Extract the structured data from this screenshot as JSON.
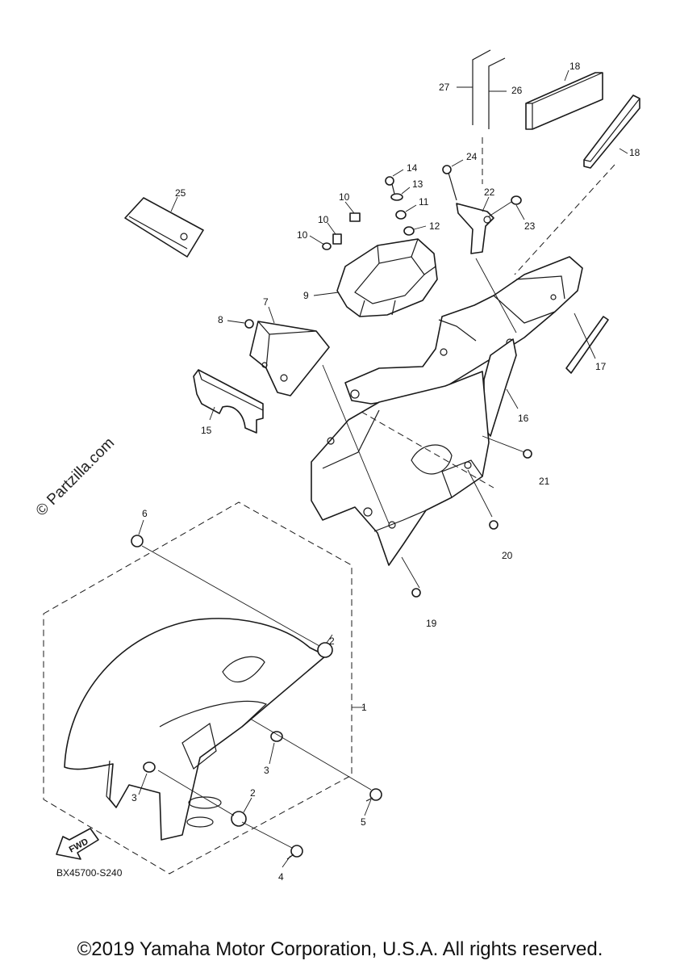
{
  "watermark": "© Partzilla.com",
  "diagram_code": "BX45700-S240",
  "fwd_label": "FWD",
  "copyright": "©2019 Yamaha Motor Corporation, U.S.A. All rights reserved.",
  "callouts": {
    "c1": "1",
    "c2a": "2",
    "c2b": "2",
    "c3a": "3",
    "c3b": "3",
    "c4": "4",
    "c5": "5",
    "c6": "6",
    "c7": "7",
    "c8": "8",
    "c9": "9",
    "c10a": "10",
    "c10b": "10",
    "c10c": "10",
    "c11": "11",
    "c12": "12",
    "c13": "13",
    "c14": "14",
    "c15": "15",
    "c16": "16",
    "c17": "17",
    "c18a": "18",
    "c18b": "18",
    "c19": "19",
    "c20": "20",
    "c21": "21",
    "c22": "22",
    "c23": "23",
    "c24": "24",
    "c25": "25",
    "c26": "26",
    "c27": "27"
  }
}
